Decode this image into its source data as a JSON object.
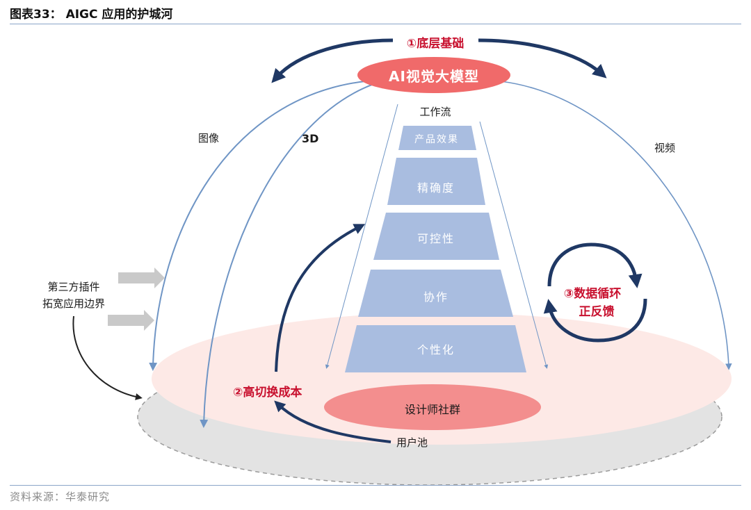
{
  "header": {
    "title": "图表33： AIGC 应用的护城河"
  },
  "footer": {
    "source": "资料来源：华泰研究"
  },
  "diagram": {
    "top_node": "AI视觉大模型",
    "foundation": "①底层基础",
    "workflow": "工作流",
    "branches": {
      "image": "图像",
      "three_d": "3D",
      "video": "视频"
    },
    "pyramid_layers": [
      "产品效果",
      "精确度",
      "可控性",
      "协作",
      "个性化"
    ],
    "plugins_line1": "第三方插件",
    "plugins_line2": "拓宽应用边界",
    "cost": "②高切换成本",
    "data_loop_line1": "③数据循环",
    "data_loop_line2": "正反馈",
    "community": "设计师社群",
    "user_pool": "用户池"
  },
  "colors": {
    "navy_arrow": "#1f3864",
    "light_blue_arrow": "#6f95c5",
    "red_ellipse": "#f06a6a",
    "pink_disc": "#fde9e6",
    "pyramid_fill": "#a9bde0",
    "accent_red": "#c8102e",
    "gray_arrow": "#c9c9c9"
  }
}
